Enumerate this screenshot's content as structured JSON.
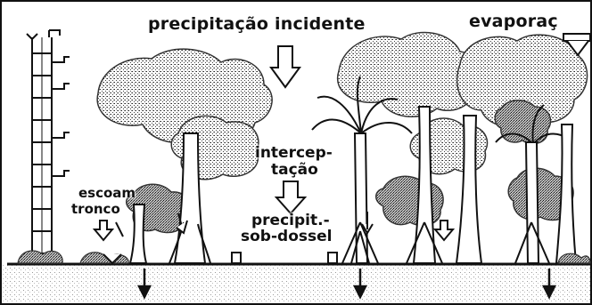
{
  "labels": {
    "precipitation": "precipitação incidente",
    "evaporation": "evaporaç",
    "interception_line1": "intercep-",
    "interception_line2": "tação",
    "stemflow_line1": "escoam",
    "stemflow_line2": "tronco",
    "throughfall_line1": "precipit.-",
    "throughfall_line2": "sob-dossel"
  },
  "colors": {
    "ink": "#111111",
    "background": "#ffffff",
    "foliage": "#9a9a9a",
    "ground": "#c8c8c8"
  }
}
